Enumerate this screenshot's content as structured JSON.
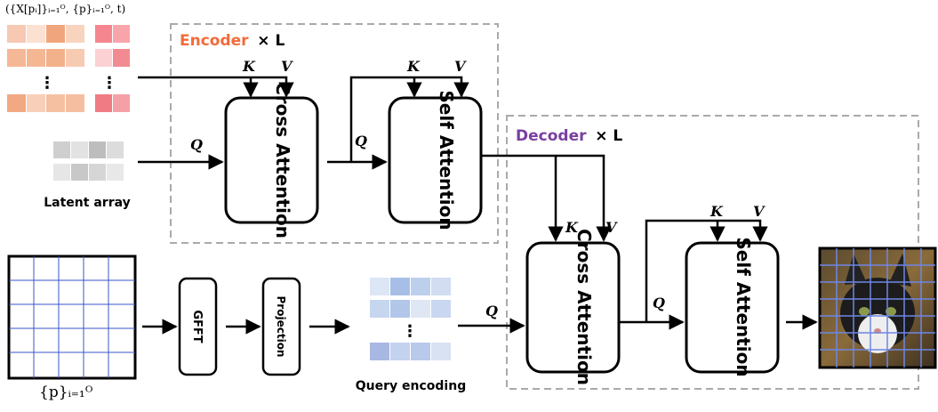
{
  "colors": {
    "encoder_accent": "#f26b3a",
    "decoder_accent": "#7b3fa0",
    "dashed_border": "#aaaaaa",
    "grid_line": "#3a54c8",
    "arrow": "#000000"
  },
  "inputs": {
    "header_math": "({X[pᵢ]}ᵢ₌₁ᴼ, {p}ᵢ₌₁ᴼ, t)",
    "latent_label": "Latent array",
    "coords_label": "{p}ᵢ₌₁ᴼ",
    "ellipsis": "⋮"
  },
  "encoder": {
    "title": "Encoder",
    "repeat": "× L",
    "cross_attention": "Cross Attention",
    "self_attention": "Self Attention"
  },
  "decoder": {
    "title": "Decoder",
    "repeat": "× L",
    "cross_attention": "Cross Attention",
    "self_attention": "Self Attention"
  },
  "query_path": {
    "gfft": "GFFT",
    "projection": "Projection",
    "query_label": "Query encoding"
  },
  "symbols": {
    "q": "Q",
    "k": "K",
    "v": "V"
  }
}
